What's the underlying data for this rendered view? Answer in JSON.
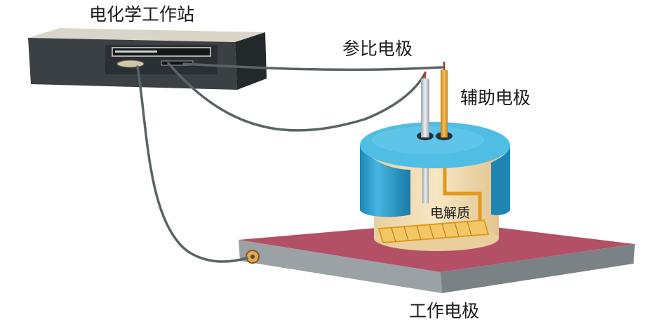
{
  "labels": {
    "workstation": "电化学工作站",
    "reference_electrode": "参比电极",
    "counter_electrode": "辅助电极",
    "electrolyte": "电解质",
    "working_electrode": "工作电极"
  },
  "colors": {
    "workstation_body": "#2f3438",
    "workstation_top": "#d9d5c8",
    "cell_cap": "#3db1dd",
    "cell_body": "#f4dfb9",
    "electrode_gold": "#e19a1e",
    "electrode_silver": "#c4cace",
    "platform_top": "#b35066",
    "platform_side": "#8c9497",
    "wire": "#5a6366"
  }
}
